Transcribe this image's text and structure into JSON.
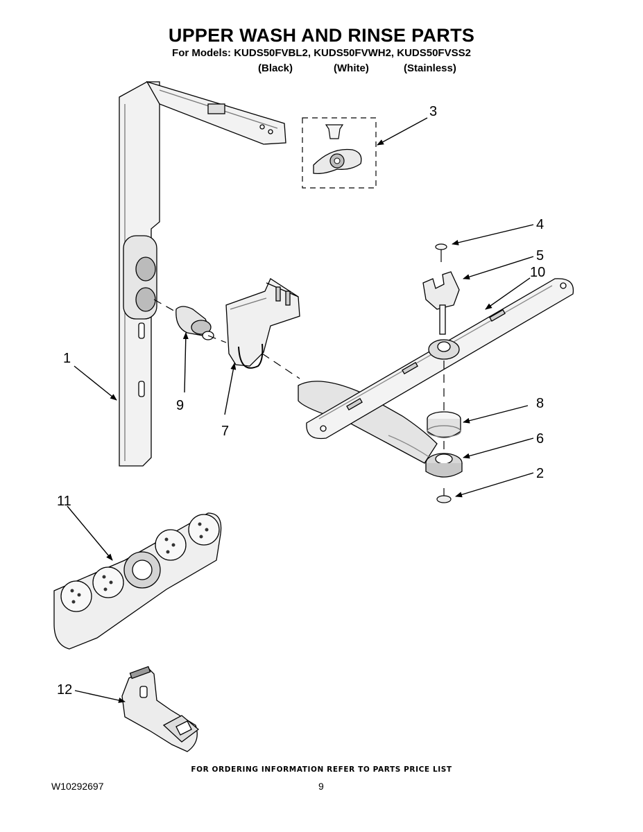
{
  "header": {
    "title": "UPPER WASH AND RINSE PARTS",
    "subtitle": "For Models: KUDS50FVBL2, KUDS50FVWH2, KUDS50FVSS2",
    "variants": [
      "(Black)",
      "(White)",
      "(Stainless)"
    ]
  },
  "callouts": [
    "1",
    "2",
    "3",
    "4",
    "5",
    "6",
    "7",
    "8",
    "9",
    "10",
    "11",
    "12"
  ],
  "footer": {
    "note": "FOR ORDERING INFORMATION REFER TO PARTS PRICE LIST",
    "doc_number": "W10292697",
    "page_number": "9"
  }
}
